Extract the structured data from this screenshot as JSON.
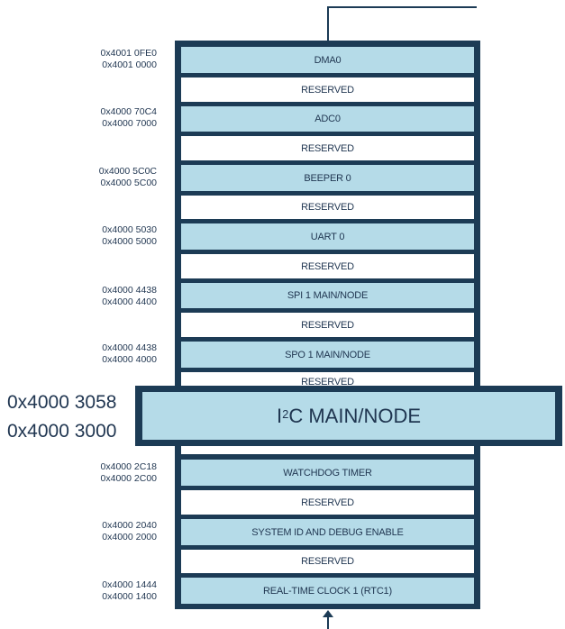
{
  "blocks": [
    {
      "label": "DMA0",
      "addr_high": "0x4001 0FE0",
      "addr_low": "0x4001 0000"
    },
    {
      "label": "RESERVED"
    },
    {
      "label": "ADC0",
      "addr_high": "0x4000 70C4",
      "addr_low": "0x4000 7000"
    },
    {
      "label": "RESERVED"
    },
    {
      "label": "BEEPER 0",
      "addr_high": "0x4000 5C0C",
      "addr_low": "0x4000 5C00"
    },
    {
      "label": "RESERVED"
    },
    {
      "label": "UART 0",
      "addr_high": "0x4000 5030",
      "addr_low": "0x4000 5000"
    },
    {
      "label": "RESERVED"
    },
    {
      "label": "SPI 1 MAIN/NODE",
      "addr_high": "0x4000 4438",
      "addr_low": "0x4000 4400"
    },
    {
      "label": "RESERVED"
    },
    {
      "label": "SPO 1 MAIN/NODE",
      "addr_high": "0x4000 4438",
      "addr_low": "0x4000 4000"
    },
    {
      "label": "RESERVED"
    },
    {
      "label": "WATCHDOG TIMER",
      "addr_high": "0x4000 2C18",
      "addr_low": "0x4000 2C00"
    },
    {
      "label": "RESERVED"
    },
    {
      "label": "SYSTEM ID AND DEBUG ENABLE",
      "addr_high": "0x4000 2040",
      "addr_low": "0x4000 2000"
    },
    {
      "label": "RESERVED"
    },
    {
      "label": "REAL-TIME CLOCK 1 (RTC1)",
      "addr_high": "0x4000 1444",
      "addr_low": "0x4000 1400"
    }
  ],
  "highlight": {
    "label_prefix": "I",
    "label_sup": "2",
    "label_rest": "C MAIN/NODE",
    "addr_high": "0x4000 3058",
    "addr_low": "0x4000 3000"
  },
  "colors": {
    "frame": "#1c3b55",
    "peripheral_fill": "#b5dbe8",
    "reserved_fill": "#ffffff",
    "text": "#1f3550"
  }
}
